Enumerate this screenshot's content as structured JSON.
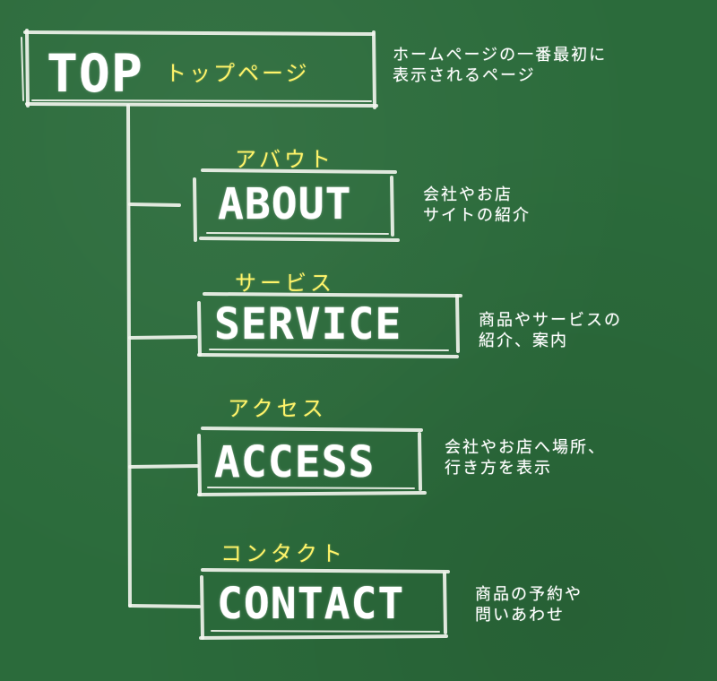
{
  "nodes": [
    {
      "id": "top",
      "label": "TOP",
      "kana": "トップページ",
      "description": [
        "ホームページの一番最初に",
        "表示されるページ"
      ]
    },
    {
      "id": "about",
      "label": "ABOUT",
      "kana": "アバウト",
      "description": [
        "会社やお店",
        "サイトの紹介"
      ]
    },
    {
      "id": "service",
      "label": "SERVICE",
      "kana": "サービス",
      "description": [
        "商品やサービスの",
        "紹介、案内"
      ]
    },
    {
      "id": "access",
      "label": "ACCESS",
      "kana": "アクセス",
      "description": [
        "会社やお店へ場所、",
        "行き方を表示"
      ]
    },
    {
      "id": "contact",
      "label": "CONTACT",
      "kana": "コンタクト",
      "description": [
        "商品の予約や",
        "問いあわせ"
      ]
    }
  ],
  "colors": {
    "board": "#2b6b3b",
    "chalk": "#ffffff",
    "kana": "#fff46a"
  }
}
